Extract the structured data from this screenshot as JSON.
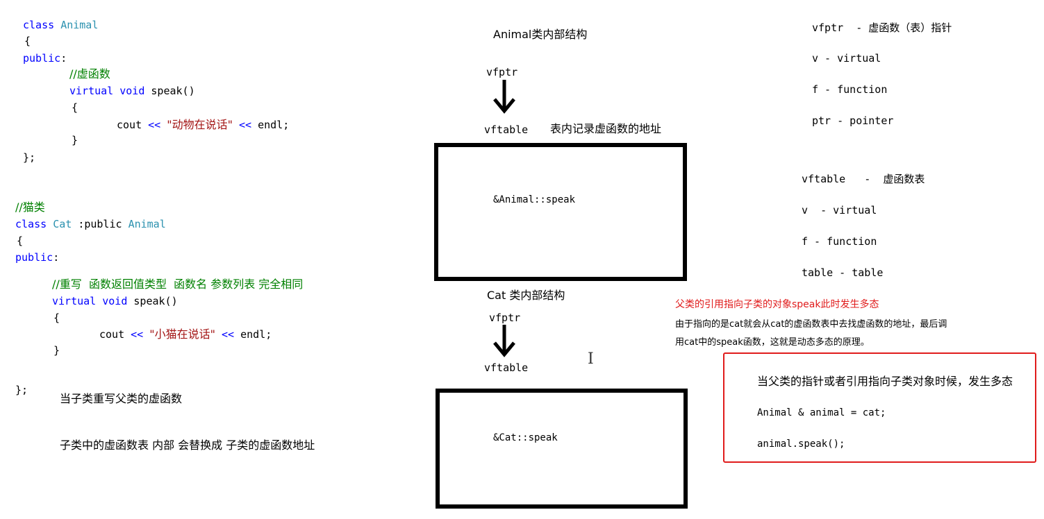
{
  "code": {
    "l1_kw": "class",
    "l1_cls": "Animal",
    "l2": "{",
    "l3_kw": "public",
    "l3_colon": ":",
    "l4": "//虚函数",
    "l5_kw1": "virtual",
    "l5_kw2": "void",
    "l5_rest": "speak()",
    "l6": "{",
    "l7_a": "cout",
    "l7_op1": "<<",
    "l7_str": "\"动物在说话\"",
    "l7_op2": "<<",
    "l7_b": "endl;",
    "l8": "}",
    "l9": "};",
    "c1": "//猫类",
    "c2_kw": "class",
    "c2_cls": "Cat",
    "c2_mid": ":public",
    "c2_cls2": "Animal",
    "c3": "{",
    "c4_kw": "public",
    "c4_colon": ":",
    "c5": "//重写  函数返回值类型  函数名 参数列表 完全相同",
    "c6_kw1": "virtual",
    "c6_kw2": "void",
    "c6_rest": "speak()",
    "c7": "{",
    "c8_a": "cout",
    "c8_op1": "<<",
    "c8_str": "\"小猫在说话\"",
    "c8_op2": "<<",
    "c8_b": "endl;",
    "c9": "}",
    "c10": "};"
  },
  "notes_left": {
    "n1": "当子类重写父类的虚函数",
    "n2": "子类中的虚函数表 内部 会替换成 子类的虚函数地址"
  },
  "diagram": {
    "animal_title": "Animal类内部结构",
    "animal_vfptr": "vfptr",
    "animal_vftable": "vftable",
    "animal_vftable_note": "表内记录虚函数的地址",
    "animal_entry": "&Animal::speak",
    "cat_title": "Cat 类内部结构",
    "cat_vfptr": "vfptr",
    "cat_vftable": "vftable",
    "cat_entry": "&Cat::speak",
    "cursor": "I"
  },
  "glossary": {
    "g1": "vfptr  - 虚函数（表）指针",
    "g2": "v - virtual",
    "g3": "f - function",
    "g4": "ptr - pointer",
    "g5": "vftable   -  虚函数表",
    "g6": "v  - virtual",
    "g7": "f - function",
    "g8": "table - table"
  },
  "explanation": {
    "title": "父类的引用指向子类的对象speak此时发生多态",
    "line1": "由于指向的是cat就会从cat的虚函数表中去找虚函数的地址，最后调",
    "line2": "用cat中的speak函数，这就是动态多态的原理。"
  },
  "redbox": {
    "l1": "当父类的指针或者引用指向子类对象时候，发生多态",
    "l2": "Animal & animal = cat;",
    "l3": "animal.speak();"
  },
  "colors": {
    "keyword": "#0000ff",
    "class_name": "#2b91af",
    "comment": "#008000",
    "string": "#a31515",
    "highlight_red": "#e01b1b"
  }
}
